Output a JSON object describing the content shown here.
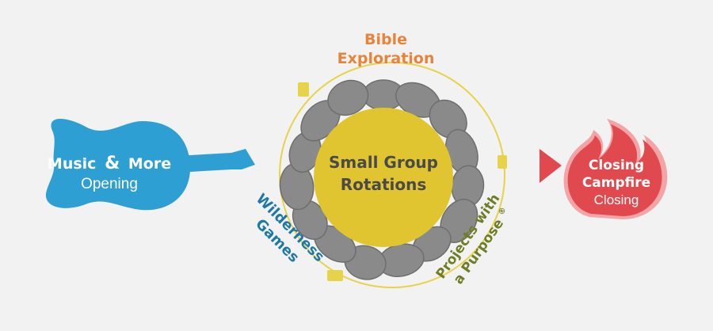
{
  "colors": {
    "background": "#f2f2f2",
    "guitar": "#2e9fd3",
    "guitar_dark": "#1f7fb0",
    "center": "#e0c531",
    "rocks": "#8a8a8a",
    "rock_outline": "#6e6e6e",
    "track": "#e7d34a",
    "bible": "#e8843a",
    "wilderness": "#1f79a8",
    "projects": "#6f7d24",
    "arrow": "#e04a4f",
    "flame": "#e04a4f",
    "flame_outline": "#f3a4a6",
    "white": "#ffffff",
    "dark_text": "#2e2e2e"
  },
  "icons": {
    "guitar": "guitar-icon",
    "flame": "flame-icon",
    "arrow": "play-arrow-icon",
    "rock": "rock-icon",
    "marker": "square-marker-icon"
  },
  "opening": {
    "title_left": "Music",
    "title_amp": "&",
    "title_right": "More",
    "subtitle": "Opening"
  },
  "center": {
    "line1": "Small Group",
    "line2": "Rotations"
  },
  "rotations": {
    "bible_line1": "Bible",
    "bible_line2": "Exploration",
    "wilderness_line1": "Wilderness",
    "wilderness_line2": "Games",
    "projects_line1": "Projects with",
    "projects_line2": "a Purpose",
    "projects_mark": "®"
  },
  "closing": {
    "line1": "Closing",
    "line2": "Campfire",
    "subtitle": "Closing"
  }
}
